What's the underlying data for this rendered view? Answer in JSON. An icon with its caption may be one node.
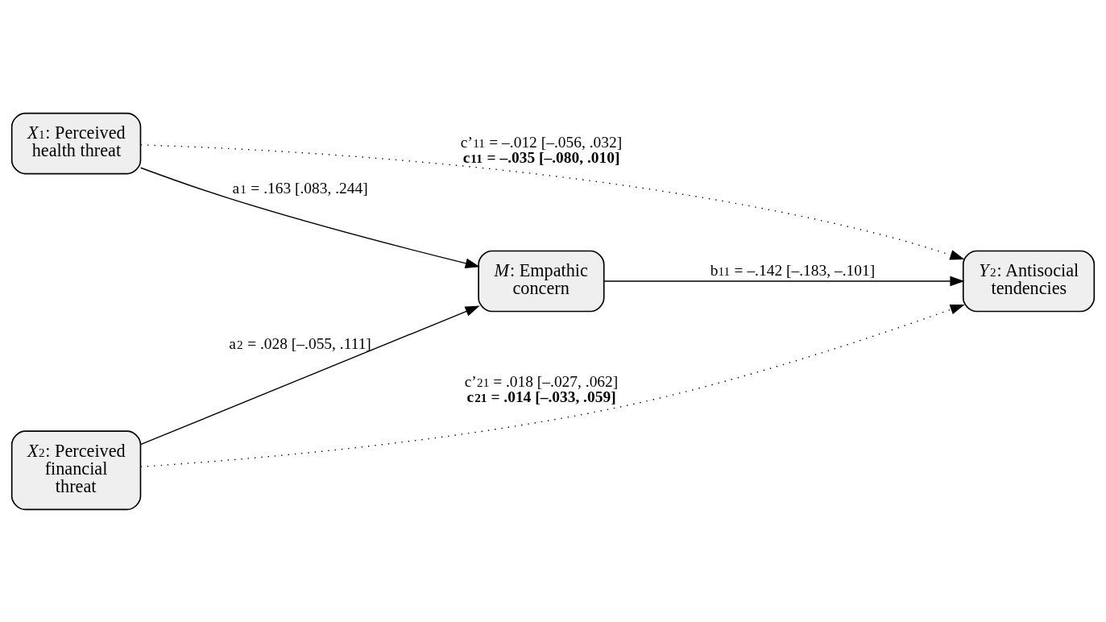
{
  "diagram": {
    "nodes": [
      {
        "text": [
          "*X*$_{1}$: Perceived health threat"
        ]
      },
      {
        "text": [
          "*X*$_{2}$: Perceived financial threat"
        ]
      },
      {
        "text": [
          "*M*: Empathic concern"
        ]
      },
      {
        "text": [
          "*Y*$_{2}$: Antisocial tendencies"
        ]
      }
    ],
    "edges": [
      {
        "from": 0,
        "to": 2,
        "arrow": "to",
        "label": "a$_{1}$ = .163 [.083, .244]"
      },
      {
        "from": 1,
        "to": 2,
        "arrow": "to",
        "label": "a$_{2}$ = .028 [–.055, .111]"
      },
      {
        "from": 2,
        "to": 3,
        "arrow": "to",
        "label": "b$_{11}$ = –.142 [–.183, –.101]"
      },
      {
        "from": 0,
        "to": 3,
        "arrow": "to",
        "style": "dashed",
        "label": "c’$_{11}$ = –.012 [–.056, .032] **c$_{11}$ = –.035 [–.080, .010]**"
      },
      {
        "from": 1,
        "to": 3,
        "arrow": "to",
        "style": "dashed",
        "label": "c’$_{21}$ = .018 [–.027, .062] **c$_{21}$ = .014 [–.033, .059]**"
      }
    ]
  }
}
